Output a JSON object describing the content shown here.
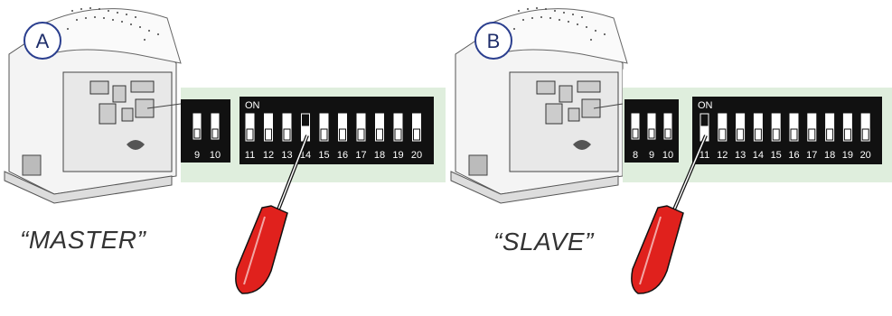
{
  "panels": [
    {
      "id": "A",
      "badge": "A",
      "caption": "“MASTER”",
      "on_label": "ON",
      "left_switch_numbers": [
        "9",
        "10"
      ],
      "main_switch_numbers": [
        "11",
        "12",
        "13",
        "14",
        "15",
        "16",
        "17",
        "18",
        "19",
        "20"
      ],
      "active_switch": "14"
    },
    {
      "id": "B",
      "badge": "B",
      "caption": "“SLAVE”",
      "on_label": "ON",
      "left_switch_numbers": [
        "8",
        "9",
        "10"
      ],
      "main_switch_numbers": [
        "11",
        "12",
        "13",
        "14",
        "15",
        "16",
        "17",
        "18",
        "19",
        "20"
      ],
      "active_switch": "11"
    }
  ],
  "colors": {
    "badge_stroke": "#2b3f8f",
    "board_bg": "#dfeedd",
    "dip_body": "#111111",
    "screwdriver_handle": "#e0211d"
  }
}
